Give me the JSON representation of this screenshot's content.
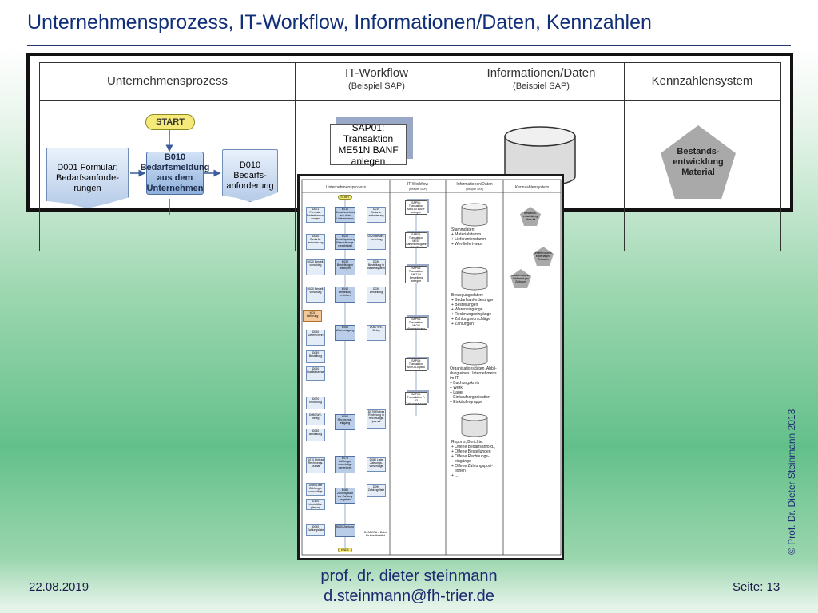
{
  "slide": {
    "title": "Unternehmensprozess, IT-Workflow, Informationen/Daten, Kennzahlen",
    "footer_date": "22.08.2019",
    "footer_author": "prof. dr. dieter steinmann",
    "footer_email": "d.steinmann@fh-trier.de",
    "footer_page": "Seite: 13",
    "copyright": "© Prof. Dr. Dieter Steinmann 2013"
  },
  "detail": {
    "headers": {
      "process": "Unternehmensprozess",
      "workflow": "IT-Workflow",
      "workflow_sub": "(Beispiel SAP)",
      "info": "Informationen/Daten",
      "info_sub": "(Beispiel SAP)",
      "kpi": "Kennzahlensystem"
    },
    "start": "START",
    "doc_d001": "D001 Formular: Bedarfsanforde-rungen",
    "proc_b010": "B010 Bedarfsmeldung aus dem Unternehmen",
    "doc_d010": "D010 Bedarfs-anforderung",
    "sap01": "SAP01: Transaktion ME51N BANF anlegen",
    "kpi_node": "Bestands-entwicklung Material"
  },
  "overview": {
    "headers": {
      "process": "Unternehmensprozess",
      "workflow": "IT-Workflow",
      "workflow_sub": "(Beispiel SAP)",
      "info": "Informationen/Daten",
      "info_sub": "(Beispiel SAP)",
      "kpi": "Kennzahlensystem"
    },
    "start": "START",
    "end": "ENDE",
    "process_rows": [
      {
        "left": "D001 Formular: Bedarfsanforde-rungen",
        "mid": "B010 Bedarfsmeldung aus dem Unternehmen",
        "right": "D010 Bedarfs-anforderung"
      },
      {
        "left": "D010 Bedarfs-anforderung",
        "mid": "B020 Bedarfsplanung (Beschaffungs-vorschläge)",
        "right": "D020 Bestell-vorschlag"
      },
      {
        "left": "D020 Bestell-vorschlag",
        "mid": "B030 Bestellungen festlegen",
        "right": "D030 Bestellung in Bestellsystem"
      },
      {
        "left": "D020 Bestell-vorschlag",
        "mid": "B040 Bestellung erstellen",
        "right": "D030 Bestellung"
      },
      {
        "left": "D040 Lieferschein",
        "mid": "B050 Wareneingang",
        "right": "D050 WE-Beleg"
      }
    ],
    "process_left_extra": [
      "M01 Lieferung",
      "D030 Bestellung",
      "D060 Qualitätsbewertung"
    ],
    "process_lower": [
      {
        "left": "D070 Rechnung",
        "mid": "B060 Rechnungs-eingang",
        "right": "D070 Eintrag Rechnung in Rechnungs-journal"
      },
      {
        "left": "D070 Eintrag Rechnungs-journal",
        "mid": "B070 Zahlungs-vorschläge generieren",
        "right": "D080 Liste Zahlungs-vorschläge"
      },
      {
        "left": "D080 Liste Zahlungs-vorschläge",
        "mid": "B080 Zahlungslauf zur Zahlung freigeben",
        "right": "D090 Zahlungsliste"
      },
      {
        "left": "D090 Zahlungsliste",
        "mid": "B090 Zahlung",
        "right": "D100 DTA – Datei für Kreditinstitut"
      }
    ],
    "process_lower_extra": [
      "D050 WE-Beleg",
      "D030 Bestellung",
      "D100 Liquiditäts-planung"
    ],
    "sap": [
      "SAP01: Transaktion ME51N BANF anlegen",
      "SAP02: Transaktion ME57 Sammelfreigabe (BANFen)",
      "SAP03: Transaktion ME21N Bestellung anlegen Lieferant bekannt",
      "SAP04: Transaktion MIGO Wareneingang",
      "SAP05: Transaktion MIRO Logistik",
      "SAP06: Transaktion F-53 Zahlungsausgang"
    ],
    "info": [
      "Stammdaten:\n+ Materialstamm\n+ Lieferantenstamm\n+ Wer-liefert-was",
      "Bewegungsdaten:\n+ Bedarfsanforderungen\n+ Bestellungen\n+ Wareneingänge\n+ Rechnungseingänge\n+ Zahlungsvorschläge\n+ Zahlungen",
      "Organisationsdaten, Abbil-\ndung eines Unternehmens\nim IT:\n+ Buchungskreis\n+ Werk\n+ Lager\n+ Einkaufsorganisation\n+ Einkäufergruppe",
      "Reports, Berichte:\n+ Offene Bedarfsanford.,\n+ Offene Bestellungen\n+ Offene Rechnungs-\n   eingänge\n+ Offene Zahlungsposi-\n   tionen\n+ ..."
    ],
    "kpi": [
      "Bestands-entwicklung Material",
      "Bestell-volumen Material pro Zeitraum",
      "Bestell-volumen Lieferant pro Zeitraum"
    ]
  }
}
